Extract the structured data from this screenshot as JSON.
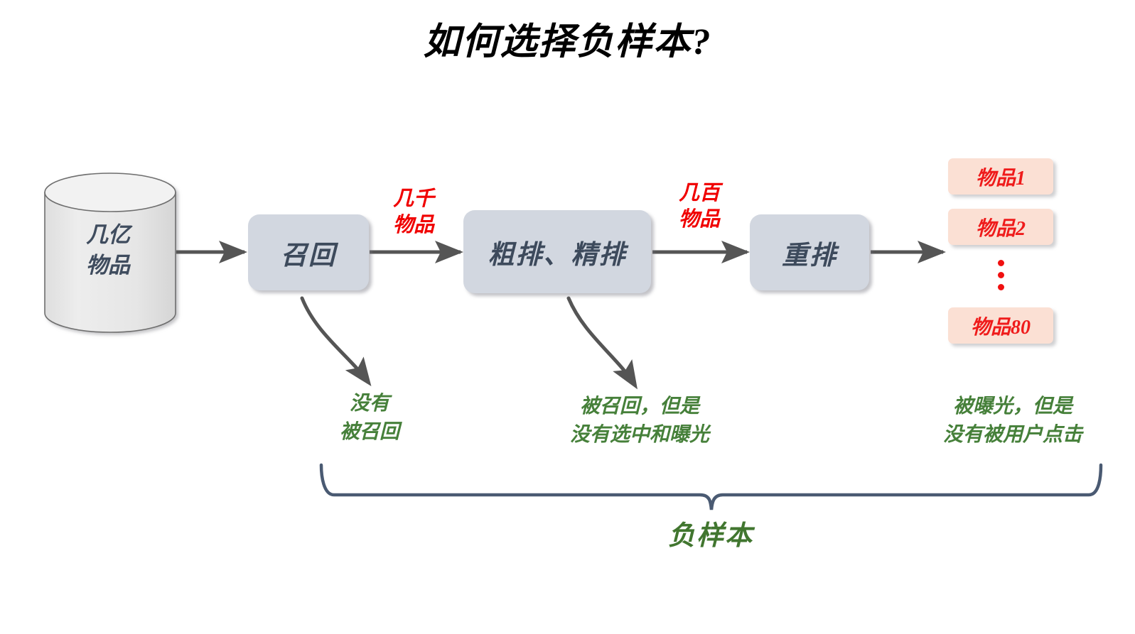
{
  "page": {
    "title": "如何选择负样本?",
    "background_color": "#ffffff"
  },
  "colors": {
    "stage_fill": "#d2d7e0",
    "stage_text": "#3d4a5c",
    "flow_label": "#f00000",
    "item_fill": "#fbe0d4",
    "item_text": "#ef1b1b",
    "note_text": "#46803a",
    "brace_line": "#4a5a72",
    "arrow": "#555555",
    "cylinder_fill": "#e9e9e9"
  },
  "pipeline": {
    "source": {
      "name": "item-database",
      "line1": "几亿",
      "line2": "物品"
    },
    "stages": [
      {
        "id": "recall",
        "label": "召回"
      },
      {
        "id": "ranking",
        "label": "粗排、精排"
      },
      {
        "id": "rerank",
        "label": "重排"
      }
    ],
    "flow_labels": [
      {
        "id": "thousands",
        "line1": "几千",
        "line2": "物品"
      },
      {
        "id": "hundreds",
        "line1": "几百",
        "line2": "物品"
      }
    ]
  },
  "results": {
    "items": [
      {
        "id": "item-1",
        "label": "物品1"
      },
      {
        "id": "item-2",
        "label": "物品2"
      },
      {
        "id": "item-80",
        "label": "物品80"
      }
    ],
    "ellipsis": "⋮"
  },
  "notes": [
    {
      "id": "not-recalled",
      "line1": "没有",
      "line2": "被召回"
    },
    {
      "id": "not-exposed",
      "line1": "被召回，但是",
      "line2": "没有选中和曝光"
    },
    {
      "id": "not-clicked",
      "line1": "被曝光，但是",
      "line2": "没有被用户点击"
    }
  ],
  "brace": {
    "label": "负样本"
  }
}
